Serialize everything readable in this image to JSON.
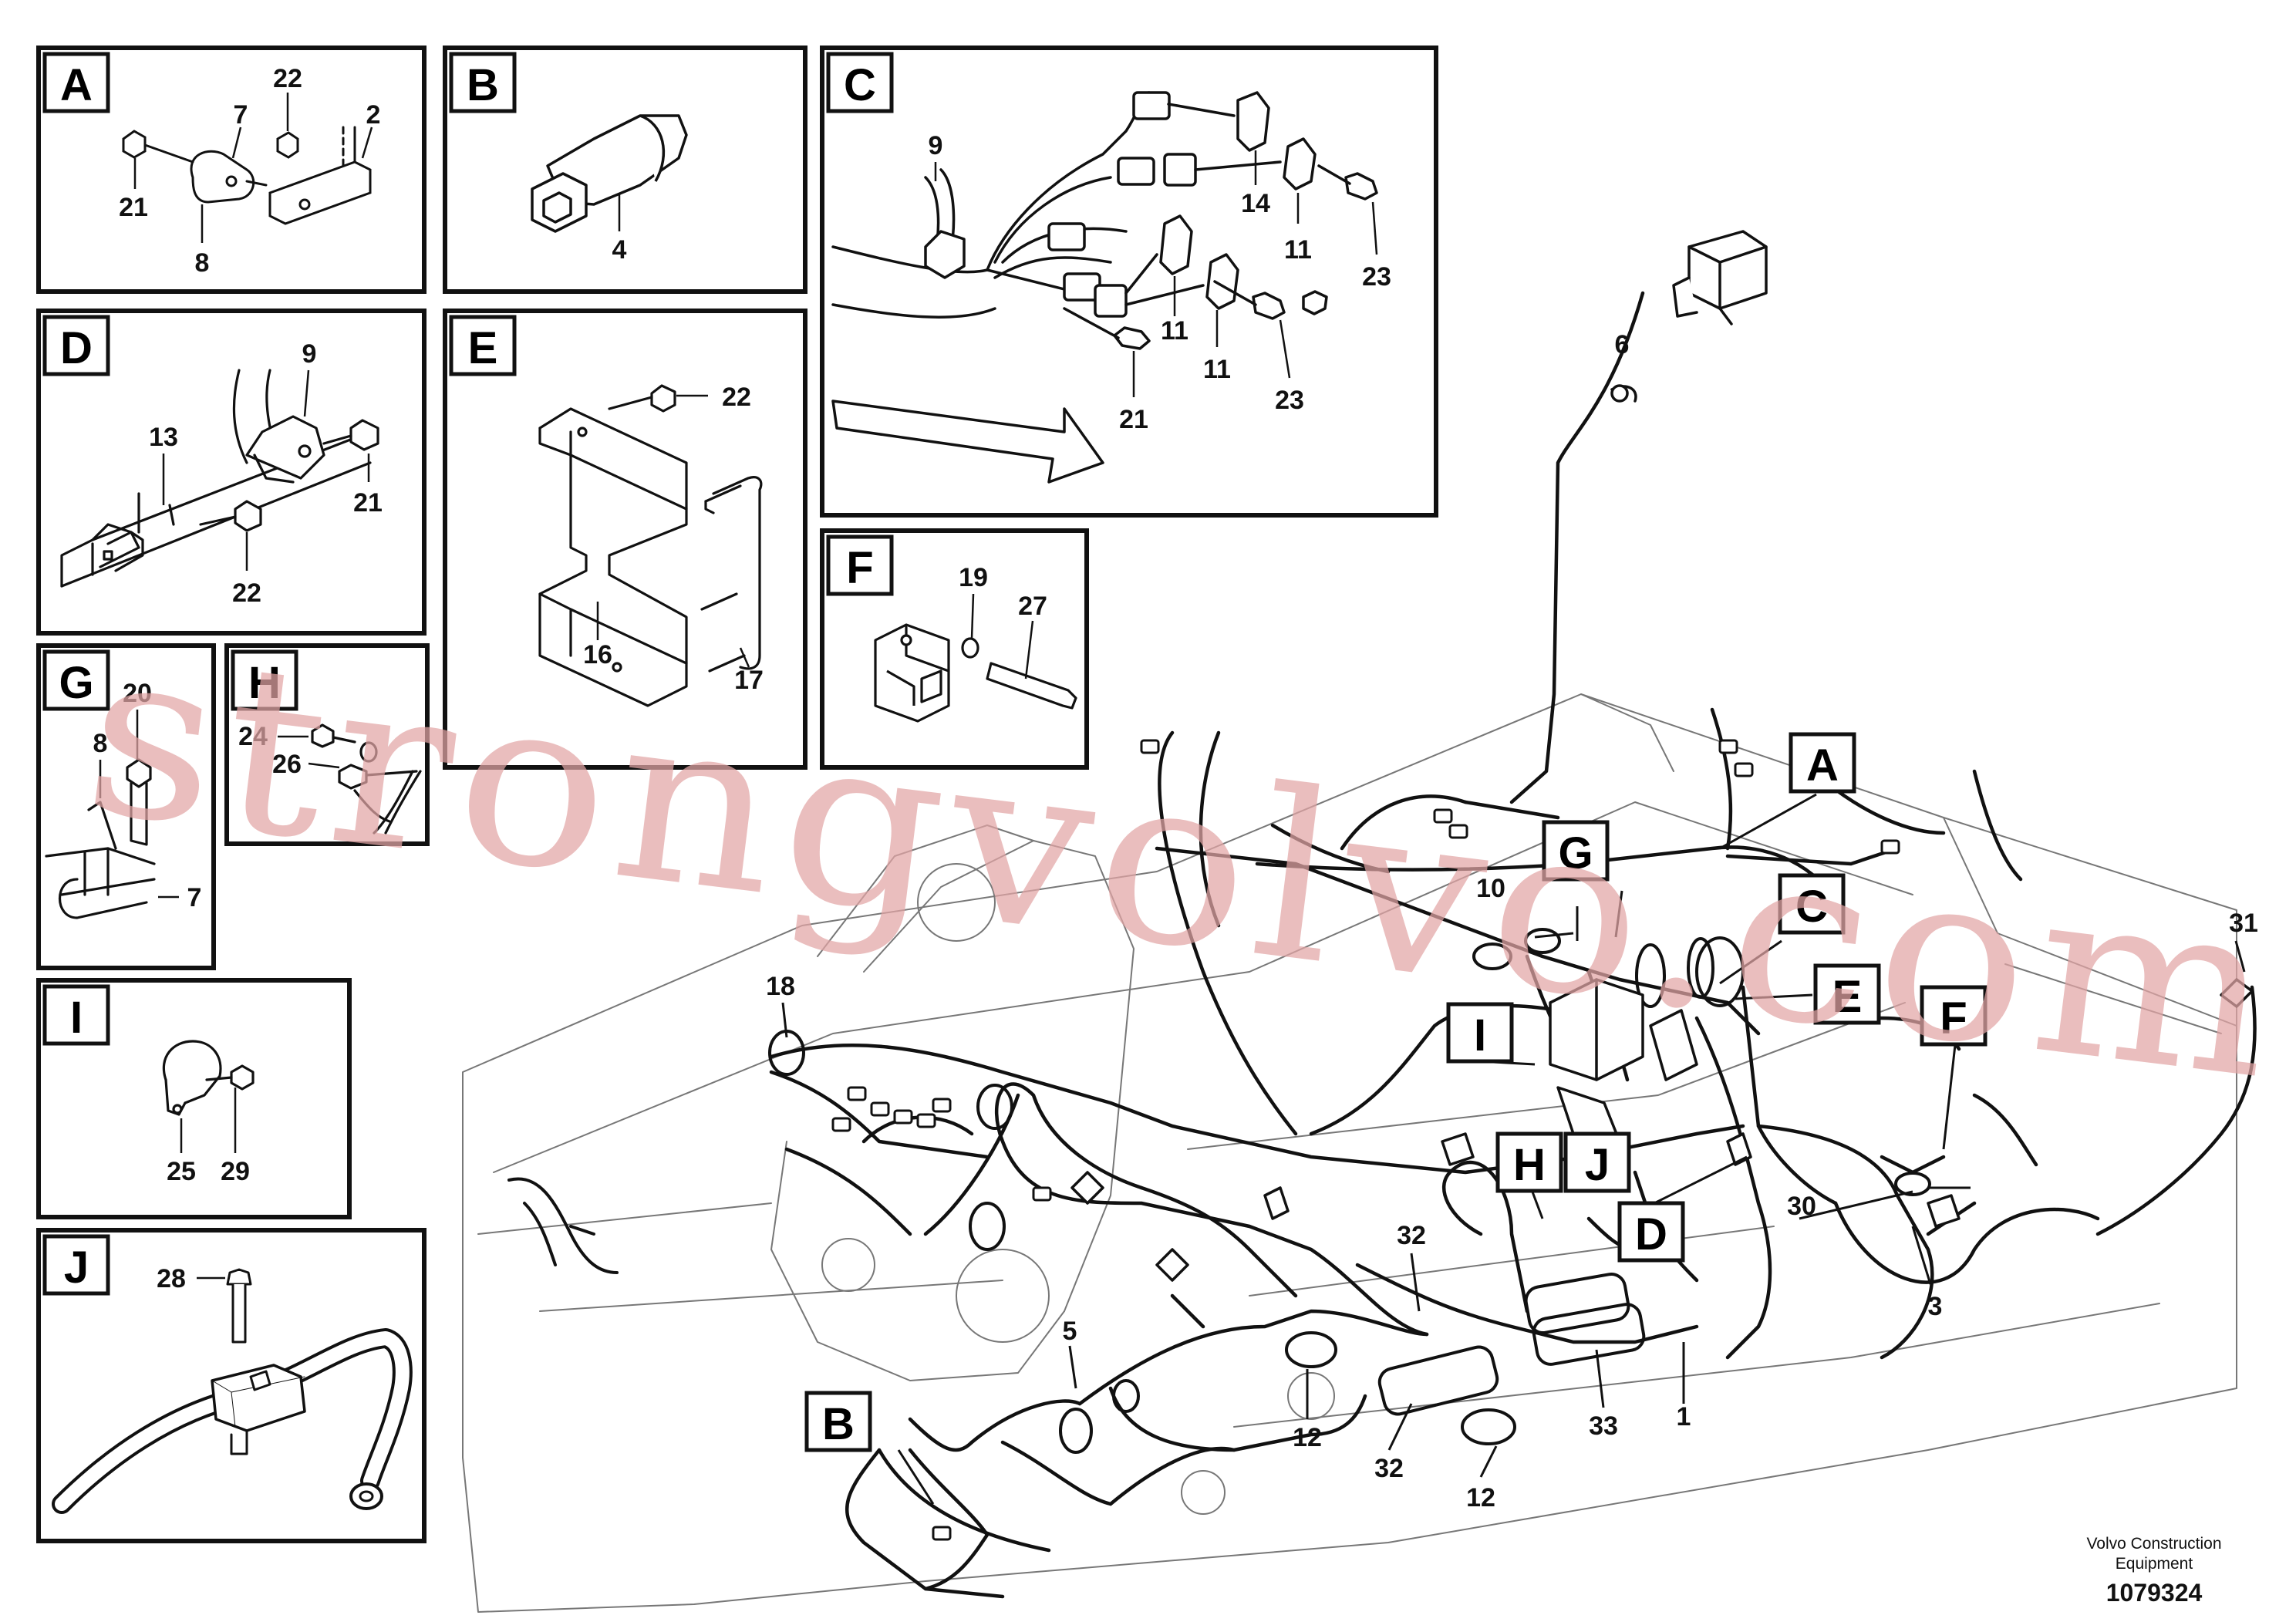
{
  "watermark": "strongvolvo.com",
  "footer": {
    "credit_line1": "Volvo Construction",
    "credit_line2": "Equipment",
    "document_number": "1079324"
  },
  "detail_boxes": {
    "A": {
      "letter": "A",
      "callouts": [
        "22",
        "7",
        "2",
        "21",
        "8"
      ]
    },
    "B": {
      "letter": "B",
      "callouts": [
        "4"
      ]
    },
    "C": {
      "letter": "C",
      "callouts": [
        "9",
        "14",
        "11",
        "23",
        "11",
        "11",
        "21",
        "23"
      ]
    },
    "D": {
      "letter": "D",
      "callouts": [
        "9",
        "13",
        "21",
        "22"
      ]
    },
    "E": {
      "letter": "E",
      "callouts": [
        "22",
        "16",
        "17"
      ]
    },
    "F": {
      "letter": "F",
      "callouts": [
        "19",
        "27"
      ]
    },
    "G": {
      "letter": "G",
      "callouts": [
        "20",
        "8",
        "7"
      ]
    },
    "H": {
      "letter": "H",
      "callouts": [
        "24",
        "26"
      ]
    },
    "I": {
      "letter": "I",
      "callouts": [
        "25",
        "29"
      ]
    },
    "J": {
      "letter": "J",
      "callouts": [
        "28"
      ]
    }
  },
  "main_view": {
    "callout_letters": [
      "A",
      "G",
      "C",
      "E",
      "F",
      "I",
      "H",
      "J",
      "D",
      "B"
    ],
    "part_numbers": [
      "6",
      "10",
      "31",
      "18",
      "30",
      "3",
      "32",
      "5",
      "12",
      "32",
      "33",
      "1",
      "12"
    ]
  },
  "colors": {
    "line": "#111111",
    "watermark": "#e3a6a6",
    "background": "#ffffff"
  }
}
